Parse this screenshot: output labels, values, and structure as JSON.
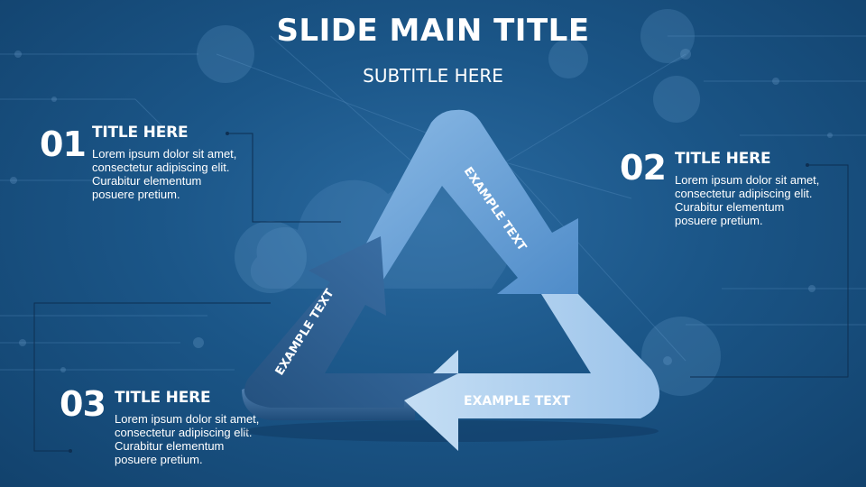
{
  "slide": {
    "title": "SLIDE MAIN TITLE",
    "subtitle": "SUBTITLE HERE"
  },
  "items": [
    {
      "number": "01",
      "heading": "TITLE HERE",
      "lines": [
        "Lorem ipsum dolor sit amet,",
        "consectetur adipiscing elit.",
        "Curabitur elementum",
        "posuere pretium."
      ]
    },
    {
      "number": "02",
      "heading": "TITLE HERE",
      "lines": [
        "Lorem ipsum dolor sit amet,",
        "consectetur adipiscing elit.",
        "Curabitur elementum",
        "posuere pretium."
      ]
    },
    {
      "number": "03",
      "heading": "TITLE HERE",
      "lines": [
        "Lorem ipsum dolor sit amet,",
        "consectetur adipiscing elit.",
        "Curabitur elementum",
        "posuere pretium."
      ]
    }
  ],
  "cycle": {
    "right_arm_label": "EXAMPLE TEXT",
    "bottom_arm_label": "EXAMPLE TEXT",
    "left_arm_label": "EXAMPLE TEXT"
  },
  "colors": {
    "background": "#1b5688",
    "arm_top_right": "#6fa6dc",
    "arm_bottom": "#a9cdef",
    "arm_left": "#2d5d90",
    "text": "#ffffff"
  }
}
